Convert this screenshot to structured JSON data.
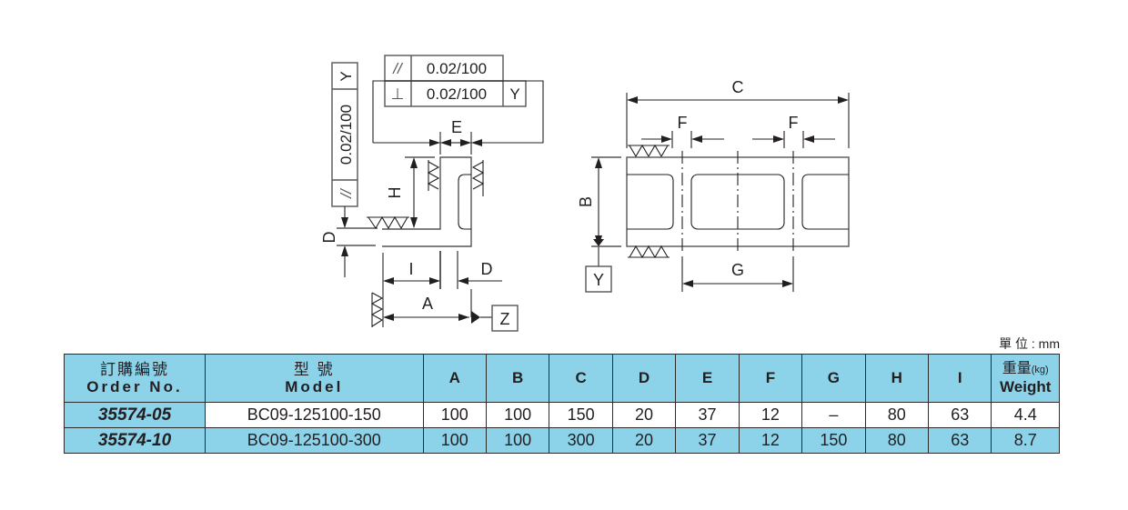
{
  "drawing": {
    "side_view": {
      "tolerance_frames": [
        {
          "symbol": "//",
          "value": "0.02/100",
          "datum": ""
        },
        {
          "symbol": "⊥",
          "value": "0.02/100",
          "datum": "Y"
        }
      ],
      "vertical_frame": {
        "symbol": "//",
        "value": "0.02/100",
        "datum": "Y"
      },
      "dimension_labels": {
        "E": "E",
        "H": "H",
        "D_left": "D",
        "I": "I",
        "D_bottom": "D",
        "A": "A"
      },
      "datum_z": "Z"
    },
    "front_view": {
      "dimension_labels": {
        "C": "C",
        "F_left": "F",
        "F_right": "F",
        "B": "B",
        "G": "G"
      },
      "datum_y": "Y"
    }
  },
  "table": {
    "unit_label": "單 位 : mm",
    "headers": {
      "order_zh": "訂購編號",
      "order_en": "Order No.",
      "model_zh": "型 號",
      "model_en": "Model",
      "dims": [
        "A",
        "B",
        "C",
        "D",
        "E",
        "F",
        "G",
        "H",
        "I"
      ],
      "weight_zh": "重量",
      "weight_unit": "(kg)",
      "weight_en": "Weight"
    },
    "rows": [
      {
        "order": "35574-05",
        "model": "BC09-125100-150",
        "A": "100",
        "B": "100",
        "C": "150",
        "D": "20",
        "E": "37",
        "F": "12",
        "G": "–",
        "H": "80",
        "I": "63",
        "weight": "4.4"
      },
      {
        "order": "35574-10",
        "model": "BC09-125100-300",
        "A": "100",
        "B": "100",
        "C": "300",
        "D": "20",
        "E": "37",
        "F": "12",
        "G": "150",
        "H": "80",
        "I": "63",
        "weight": "8.7"
      }
    ],
    "colors": {
      "header_bg": "#8cd3ea",
      "border": "#2b2b2b"
    }
  }
}
